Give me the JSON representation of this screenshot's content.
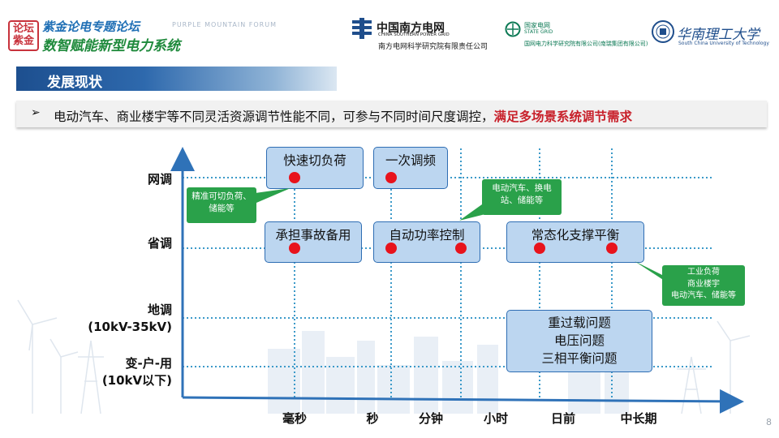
{
  "header": {
    "seal_text": "论坛紫金",
    "forum_title": "紫金论电专题论坛",
    "forum_en": "PURPLE MOUNTAIN FORUM",
    "forum_subtitle": "数智赋能新型电力系统",
    "csg_name": "中国南方电网",
    "csg_en": "CHINA SOUTHERN POWER GRID",
    "csg_institute": "南方电网科学研究院有限责任公司",
    "sg_name": "国家电网",
    "sg_en": "STATE GRID",
    "sg_institute": "国网电力科学研究院有限公司(南瑞集团有限公司)",
    "scut_name": "华南理工大学",
    "scut_en": "South China University of Technology"
  },
  "section": {
    "title": "发展现状"
  },
  "bullet": {
    "text_normal": "电动汽车、商业楼宇等不同灵活资源调节性能不同，可参与不同时间尺度调控，",
    "text_emphasis": "满足多场景系统调节需求"
  },
  "diagram": {
    "y_levels": [
      {
        "line1": "网调",
        "line2": ""
      },
      {
        "line1": "省调",
        "line2": ""
      },
      {
        "line1": "地调",
        "line2": "(10kV-35kV)"
      },
      {
        "line1": "变-户-用",
        "line2": "(10kV以下)"
      }
    ],
    "x_levels": [
      "毫秒",
      "秒",
      "分钟",
      "小时",
      "日前",
      "中长期"
    ],
    "boxes": [
      {
        "label": "快速切负荷"
      },
      {
        "label": "一次调频"
      },
      {
        "label": "承担事故备用"
      },
      {
        "label": "自动功率控制"
      },
      {
        "label": "常态化支撑平衡"
      },
      {
        "label_lines": [
          "重过载问题",
          "电压问题",
          "三相平衡问题"
        ]
      }
    ],
    "callouts": [
      {
        "lines": [
          "精准可切负荷、",
          "储能等"
        ]
      },
      {
        "lines": [
          "电动汽车、换电",
          "站、储能等"
        ]
      },
      {
        "lines": [
          "工业负荷",
          "商业楼宇",
          "电动汽车、储能等"
        ]
      }
    ],
    "colors": {
      "axis": "#2f72b8",
      "grid": "#3c9ac9",
      "box_fill": "#bcd6f0",
      "box_border": "#2e6db3",
      "dot": "#e8131c",
      "callout": "#2aa14a"
    }
  },
  "footer": {
    "page_number": "8"
  }
}
